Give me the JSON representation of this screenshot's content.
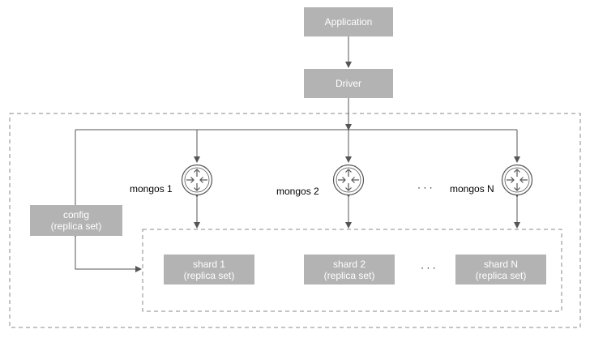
{
  "nodes": {
    "application": "Application",
    "driver": "Driver",
    "config": {
      "line1": "config",
      "line2": "(replica set)"
    },
    "shards": [
      {
        "line1": "shard 1",
        "line2": "(replica set)"
      },
      {
        "line1": "shard 2",
        "line2": "(replica set)"
      },
      {
        "line1": "shard N",
        "line2": "(replica set)"
      }
    ],
    "mongos": [
      "mongos 1",
      "mongos 2",
      "mongos N"
    ]
  },
  "ellipsis": "· · ·",
  "colors": {
    "box_fill": "#b3b3b3",
    "box_text": "#ffffff",
    "line": "#555555",
    "dashed_border": "#888888"
  }
}
